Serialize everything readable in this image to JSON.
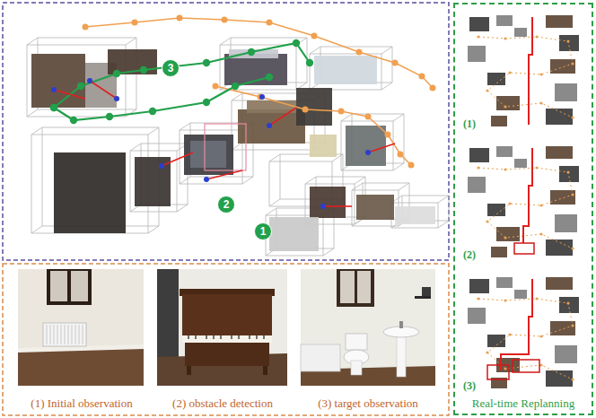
{
  "diagram": {
    "nodes": [
      {
        "text": [
          "1"
        ]
      },
      {
        "text": [
          "2"
        ]
      },
      {
        "text": [
          "3"
        ]
      },
      {
        "text": [
          "(1) Initial observation"
        ]
      },
      {
        "text": [
          "(2) obstacle detection"
        ]
      },
      {
        "text": [
          "(3) target observation"
        ]
      },
      {
        "text": [
          "Real-time Replanning"
        ]
      },
      {
        "text": [
          "(1)"
        ],
        "in": 6
      },
      {
        "text": [
          "(2)"
        ],
        "in": 6
      },
      {
        "text": [
          "(3)"
        ],
        "in": 6
      }
    ]
  }
}
